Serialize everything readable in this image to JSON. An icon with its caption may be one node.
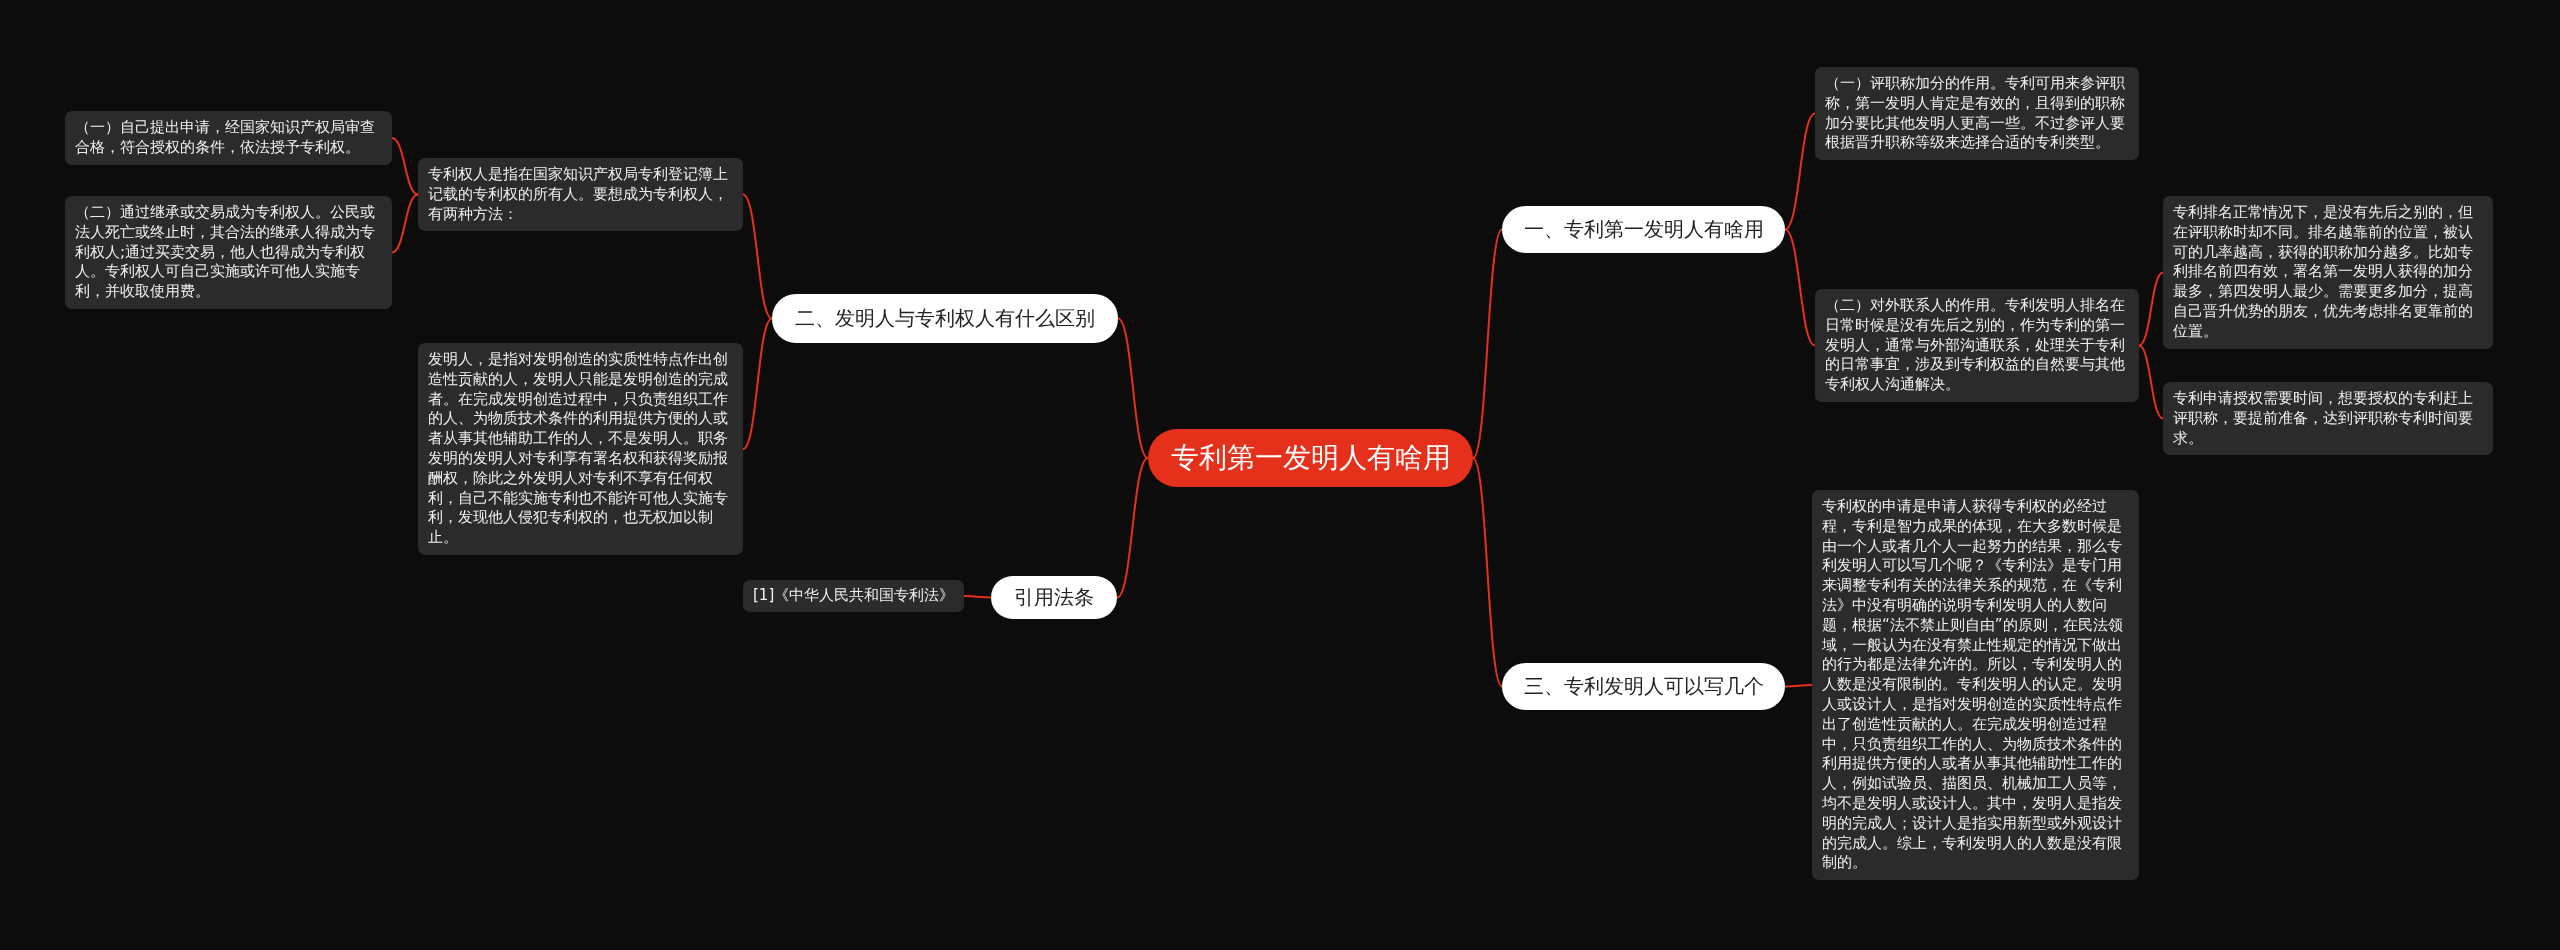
{
  "diagram": {
    "nodes": [
      {
        "text": [
          "专利第一发明人有啥用"
        ]
      },
      {
        "text": [
          "一、专利第一发明人有啥用"
        ]
      },
      {
        "text": [
          "（一）评职称加分的作用。专利可用来参评职称，第一发明人肯定是有效的，且得到的职称加分要比其他发明人更高一些。不过参评人要根据晋升职称等级来选择合适的专利类型。"
        ]
      },
      {
        "text": [
          "（二）对外联系人的作用。专利发明人排名在日常时候是没有先后之别的，作为专利的第一发明人，通常与外部沟通联系，处理关于专利的日常事宜，涉及到专利权益的自然要与其他专利权人沟通解决。"
        ]
      },
      {
        "text": [
          "专利排名正常情况下，是没有先后之别的，但在评职称时却不同。排名越靠前的位置，被认可的几率越高，获得的职称加分越多。比如专利排名前四有效，署名第一发明人获得的加分最多，第四发明人最少。需要更多加分，提高自己晋升优势的朋友，优先考虑排名更靠前的位置。"
        ]
      },
      {
        "text": [
          "专利申请授权需要时间，想要授权的专利赶上评职称，要提前准备，达到评职称专利时间要求。"
        ]
      },
      {
        "text": [
          "三、专利发明人可以写几个"
        ]
      },
      {
        "text": [
          "专利权的申请是申请人获得专利权的必经过程，专利是智力成果的体现，在大多数时候是由一个人或者几个人一起努力的结果，那么专利发明人可以写几个呢？《专利法》是专门用来调整专利有关的法律关系的规范，在《专利法》中没有明确的说明专利发明人的人数问题，根据“法不禁止则自由”的原则，在民法领域，一般认为在没有禁止性规定的情况下做出的行为都是法律允许的。所以，专利发明人的人数是没有限制的。专利发明人的认定。发明人或设计人，是指对发明创造的实质性特点作出了创造性贡献的人。在完成发明创造过程中，只负责组织工作的人、为物质技术条件的利用提供方便的人或者从事其他辅助性工作的人，例如试验员、描图员、机械加工人员等，均不是发明人或设计人。其中，发明人是指发明的完成人；设计人是指实用新型或外观设计的完成人。综上，专利发明人的人数是没有限制的。"
        ]
      },
      {
        "text": [
          "二、发明人与专利权人有什么区别"
        ]
      },
      {
        "text": [
          "专利权人是指在国家知识产权局专利登记簿上记载的专利权的所有人。要想成为专利权人，有两种方法："
        ]
      },
      {
        "text": [
          "（一）自己提出申请，经国家知识产权局审查合格，符合授权的条件，依法授予专利权。"
        ]
      },
      {
        "text": [
          "（二）通过继承或交易成为专利权人。公民或法人死亡或终止时，其合法的继承人得成为专利权人;通过买卖交易，他人也得成为专利权人。专利权人可自己实施或许可他人实施专利，并收取使用费。"
        ]
      },
      {
        "text": [
          "发明人，是指对发明创造的实质性特点作出创造性贡献的人，发明人只能是发明创造的完成者。在完成发明创造过程中，只负责组织工作的人、为物质技术条件的利用提供方便的人或者从事其他辅助工作的人，不是发明人。职务发明的发明人对专利享有署名权和获得奖励报酬权，除此之外发明人对专利不享有任何权利，自己不能实施专利也不能许可他人实施专利，发现他人侵犯专利权的，也无权加以制止。"
        ]
      },
      {
        "text": [
          "引用法条"
        ]
      },
      {
        "text": [
          "[1]《中华人民共和国专利法》"
        ]
      }
    ],
    "edges": [
      {
        "from": 0,
        "to": 1,
        "arrow": "none"
      },
      {
        "from": 1,
        "to": 2,
        "arrow": "none"
      },
      {
        "from": 1,
        "to": 3,
        "arrow": "none"
      },
      {
        "from": 3,
        "to": 4,
        "arrow": "none"
      },
      {
        "from": 3,
        "to": 5,
        "arrow": "none"
      },
      {
        "from": 0,
        "to": 6,
        "arrow": "none"
      },
      {
        "from": 6,
        "to": 7,
        "arrow": "none"
      },
      {
        "from": 0,
        "to": 8,
        "arrow": "none"
      },
      {
        "from": 8,
        "to": 9,
        "arrow": "none"
      },
      {
        "from": 9,
        "to": 10,
        "arrow": "none"
      },
      {
        "from": 9,
        "to": 11,
        "arrow": "none"
      },
      {
        "from": 8,
        "to": 12,
        "arrow": "none"
      },
      {
        "from": 0,
        "to": 13,
        "arrow": "none"
      },
      {
        "from": 13,
        "to": 14,
        "arrow": "none"
      }
    ]
  }
}
